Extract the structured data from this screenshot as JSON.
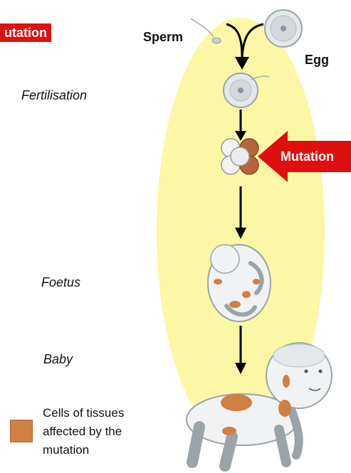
{
  "labels": {
    "top_left_badge": "utation",
    "sperm": "Sperm",
    "egg": "Egg",
    "fertilisation": "Fertilisation",
    "mutation_arrow": "Mutation",
    "foetus": "Foetus",
    "baby": "Baby"
  },
  "legend": {
    "lines": [
      "Cells of tissues",
      "affected by the",
      "mutation"
    ],
    "swatch_color": "#d08040"
  },
  "colors": {
    "ellipse": "#fbf7a4",
    "mutation_red": "#e01010",
    "affected_tissue": "#d08040"
  },
  "icons": [
    "sperm-icon",
    "egg-icon",
    "fertilised-egg-icon",
    "cell-cluster-icon",
    "foetus-icon",
    "baby-icon"
  ]
}
